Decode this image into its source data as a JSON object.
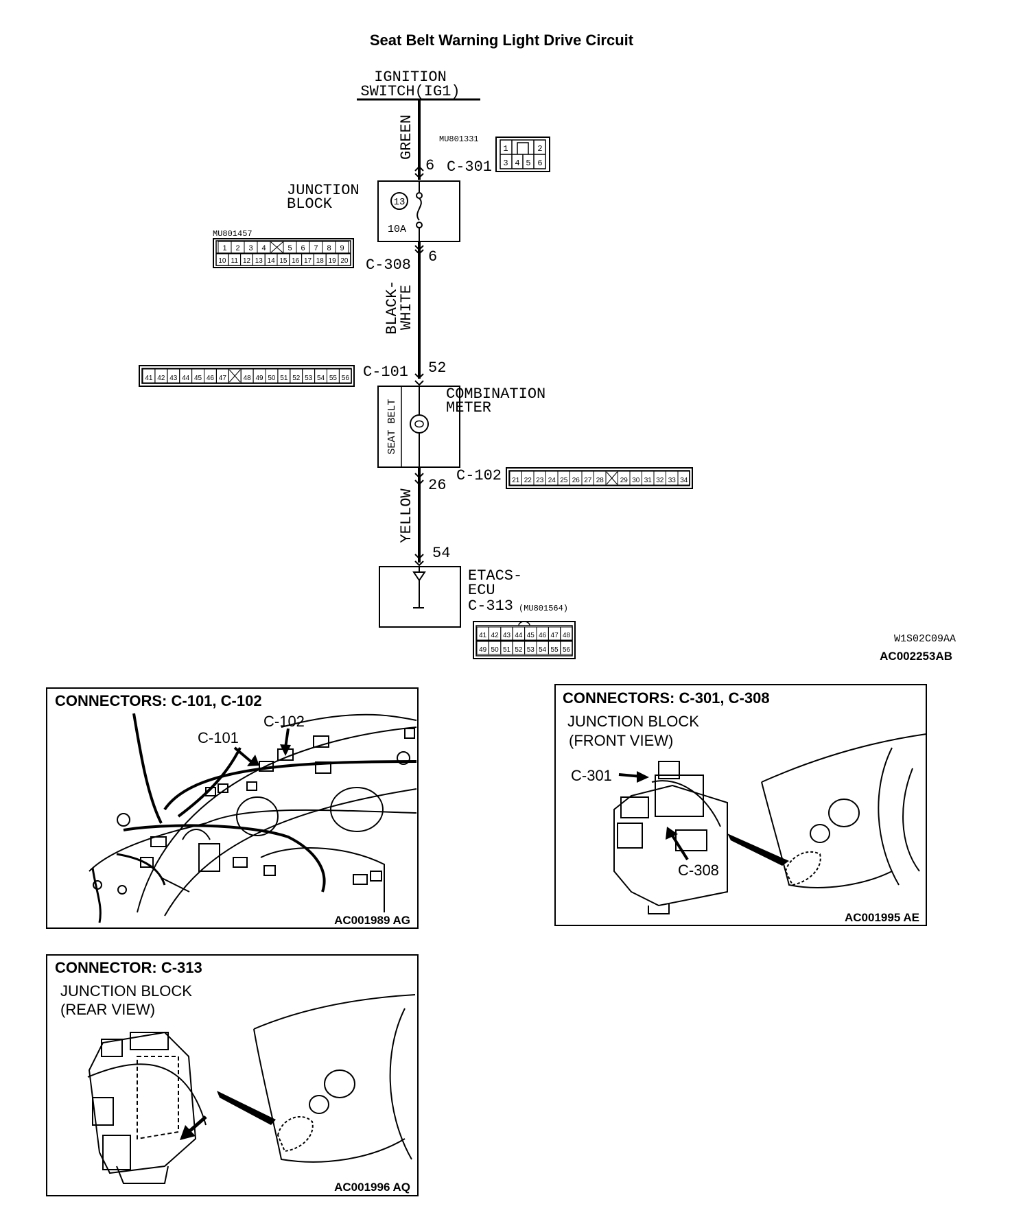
{
  "title": "Seat Belt Warning Light Drive Circuit",
  "circuit": {
    "ignition": [
      "IGNITION",
      "SWITCH(IG1)"
    ],
    "wire_green": "GREEN",
    "wire_black_white": [
      "BLACK-",
      "WHITE"
    ],
    "wire_yellow": "YELLOW",
    "junction_block": [
      "JUNCTION",
      "BLOCK"
    ],
    "fuse_number": "13",
    "fuse_rating": "10A",
    "combination_meter": [
      "COMBINATION",
      "METER"
    ],
    "seat_belt_lamp": "SEAT BELT",
    "etacs": [
      "ETACS-",
      "ECU"
    ],
    "pins": {
      "c301": "6",
      "c308": "6",
      "c101": "52",
      "c102": "26",
      "c313": "54"
    },
    "connector_labels": {
      "c301": "C-301",
      "c308": "C-308",
      "c101": "C-101",
      "c102": "C-102",
      "c313": "C-313"
    },
    "part_numbers": {
      "c301": "MU801331",
      "c308": "MU801457",
      "c313": "(MU801564)"
    },
    "c301_pins": {
      "row1": [
        "1",
        "",
        "2"
      ],
      "row2": [
        "3",
        "4",
        "5",
        "6"
      ]
    },
    "c308_pins": {
      "row1": [
        "1",
        "2",
        "3",
        "4",
        "",
        "5",
        "6",
        "7",
        "8",
        "9"
      ],
      "row2": [
        "10",
        "11",
        "12",
        "13",
        "14",
        "15",
        "16",
        "17",
        "18",
        "19",
        "20"
      ]
    },
    "c101_pins": [
      "41",
      "42",
      "43",
      "44",
      "45",
      "46",
      "47",
      "",
      "48",
      "49",
      "50",
      "51",
      "52",
      "53",
      "54",
      "55",
      "56"
    ],
    "c102_pins": [
      "21",
      "22",
      "23",
      "24",
      "25",
      "26",
      "27",
      "28",
      "",
      "29",
      "30",
      "31",
      "32",
      "33",
      "34"
    ],
    "c313_pins": {
      "row1": [
        "41",
        "42",
        "43",
        "44",
        "45",
        "46",
        "47",
        "48"
      ],
      "row2": [
        "49",
        "50",
        "51",
        "52",
        "53",
        "54",
        "55",
        "56"
      ]
    },
    "figure_ids": [
      "W1S02C09AA",
      "AC002253AB"
    ]
  },
  "panels": {
    "p1": {
      "title": "CONNECTORS: C-101, C-102",
      "callouts": [
        "C-101",
        "C-102"
      ],
      "code": "AC001989 AG"
    },
    "p2": {
      "title": "CONNECTORS: C-301, C-308",
      "subtitle": [
        "JUNCTION BLOCK",
        "(FRONT VIEW)"
      ],
      "callouts": [
        "C-301",
        "C-308"
      ],
      "code": "AC001995 AE"
    },
    "p3": {
      "title": "CONNECTOR: C-313",
      "subtitle": [
        "JUNCTION BLOCK",
        "(REAR VIEW)"
      ],
      "code": "AC001996 AQ"
    }
  }
}
